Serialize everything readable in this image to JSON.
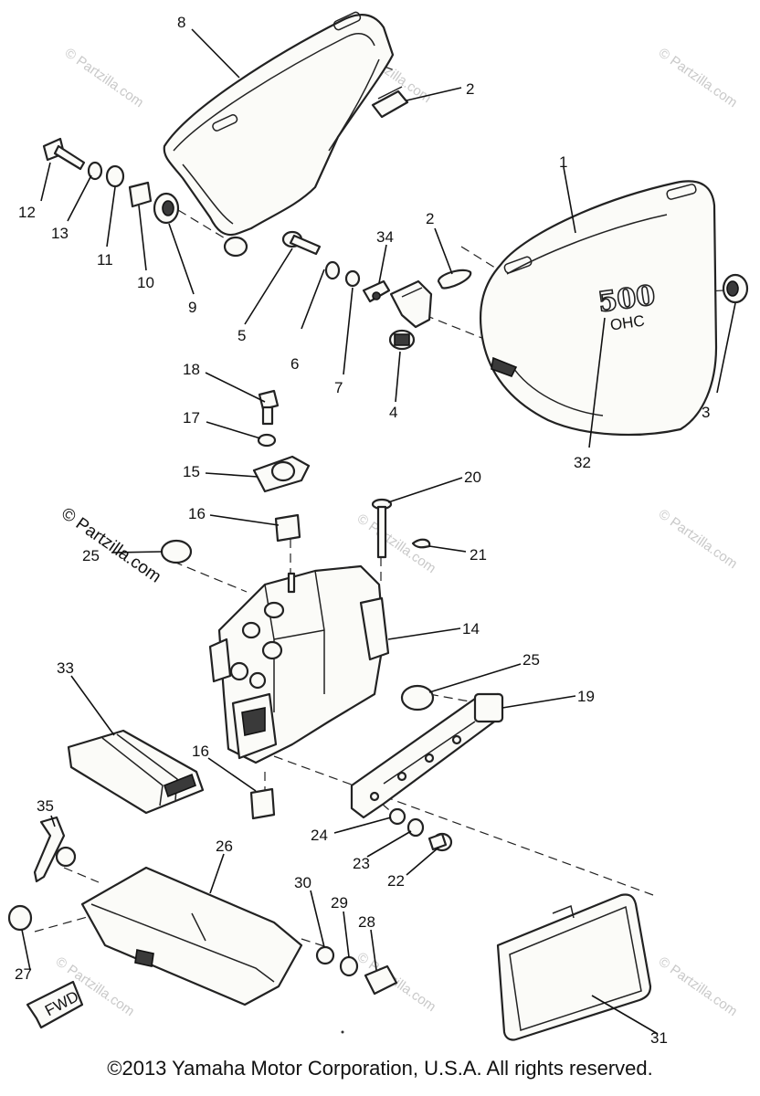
{
  "diagram": {
    "callouts": [
      {
        "id": "c1",
        "label": "1"
      },
      {
        "id": "c2a",
        "label": "2"
      },
      {
        "id": "c2b",
        "label": "2"
      },
      {
        "id": "c3",
        "label": "3"
      },
      {
        "id": "c4",
        "label": "4"
      },
      {
        "id": "c5",
        "label": "5"
      },
      {
        "id": "c6",
        "label": "6"
      },
      {
        "id": "c7",
        "label": "7"
      },
      {
        "id": "c8",
        "label": "8"
      },
      {
        "id": "c9",
        "label": "9"
      },
      {
        "id": "c10",
        "label": "10"
      },
      {
        "id": "c11",
        "label": "11"
      },
      {
        "id": "c12",
        "label": "12"
      },
      {
        "id": "c13",
        "label": "13"
      },
      {
        "id": "c14",
        "label": "14"
      },
      {
        "id": "c15",
        "label": "15"
      },
      {
        "id": "c16a",
        "label": "16"
      },
      {
        "id": "c16b",
        "label": "16"
      },
      {
        "id": "c17",
        "label": "17"
      },
      {
        "id": "c18",
        "label": "18"
      },
      {
        "id": "c19",
        "label": "19"
      },
      {
        "id": "c20",
        "label": "20"
      },
      {
        "id": "c21",
        "label": "21"
      },
      {
        "id": "c22",
        "label": "22"
      },
      {
        "id": "c23",
        "label": "23"
      },
      {
        "id": "c24",
        "label": "24"
      },
      {
        "id": "c25a",
        "label": "25"
      },
      {
        "id": "c25b",
        "label": "25"
      },
      {
        "id": "c26",
        "label": "26"
      },
      {
        "id": "c27",
        "label": "27"
      },
      {
        "id": "c28",
        "label": "28"
      },
      {
        "id": "c29",
        "label": "29"
      },
      {
        "id": "c30",
        "label": "30"
      },
      {
        "id": "c31",
        "label": "31"
      },
      {
        "id": "c32",
        "label": "32"
      },
      {
        "id": "c33",
        "label": "33"
      },
      {
        "id": "c34",
        "label": "34"
      },
      {
        "id": "c35",
        "label": "35"
      }
    ],
    "emblem_text": "500",
    "emblem_subtext": "OHC",
    "fwd_marker": "FWD",
    "watermark_main": "© Partzilla.com",
    "watermark_faint": "© Partzilla.com"
  },
  "footer": {
    "copyright": "©2013  Yamaha Motor Corporation, U.S.A. All rights reserved."
  }
}
